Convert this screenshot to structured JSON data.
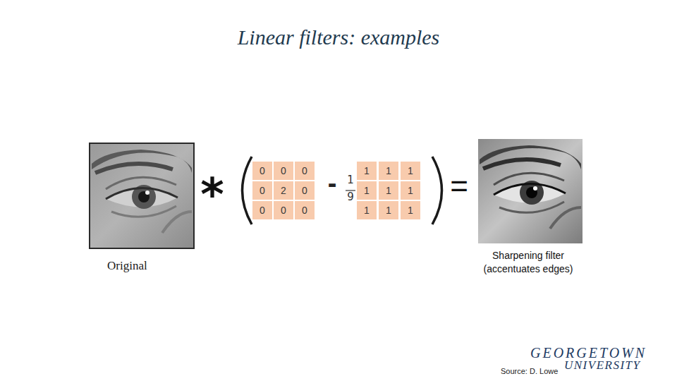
{
  "diagram": {
    "title": "Linear filters: examples",
    "labels": [
      "Original",
      "*",
      "0",
      "0",
      "0",
      "0",
      "2",
      "0",
      "0",
      "0",
      "0",
      "-",
      "1",
      "9",
      "1",
      "1",
      "1",
      "1",
      "1",
      "1",
      "1",
      "1",
      "1",
      "=",
      "Sharpening filter (accentuates edges)",
      "Source: D. Lowe",
      "GEORGETOWN",
      "UNIVERSITY"
    ]
  }
}
